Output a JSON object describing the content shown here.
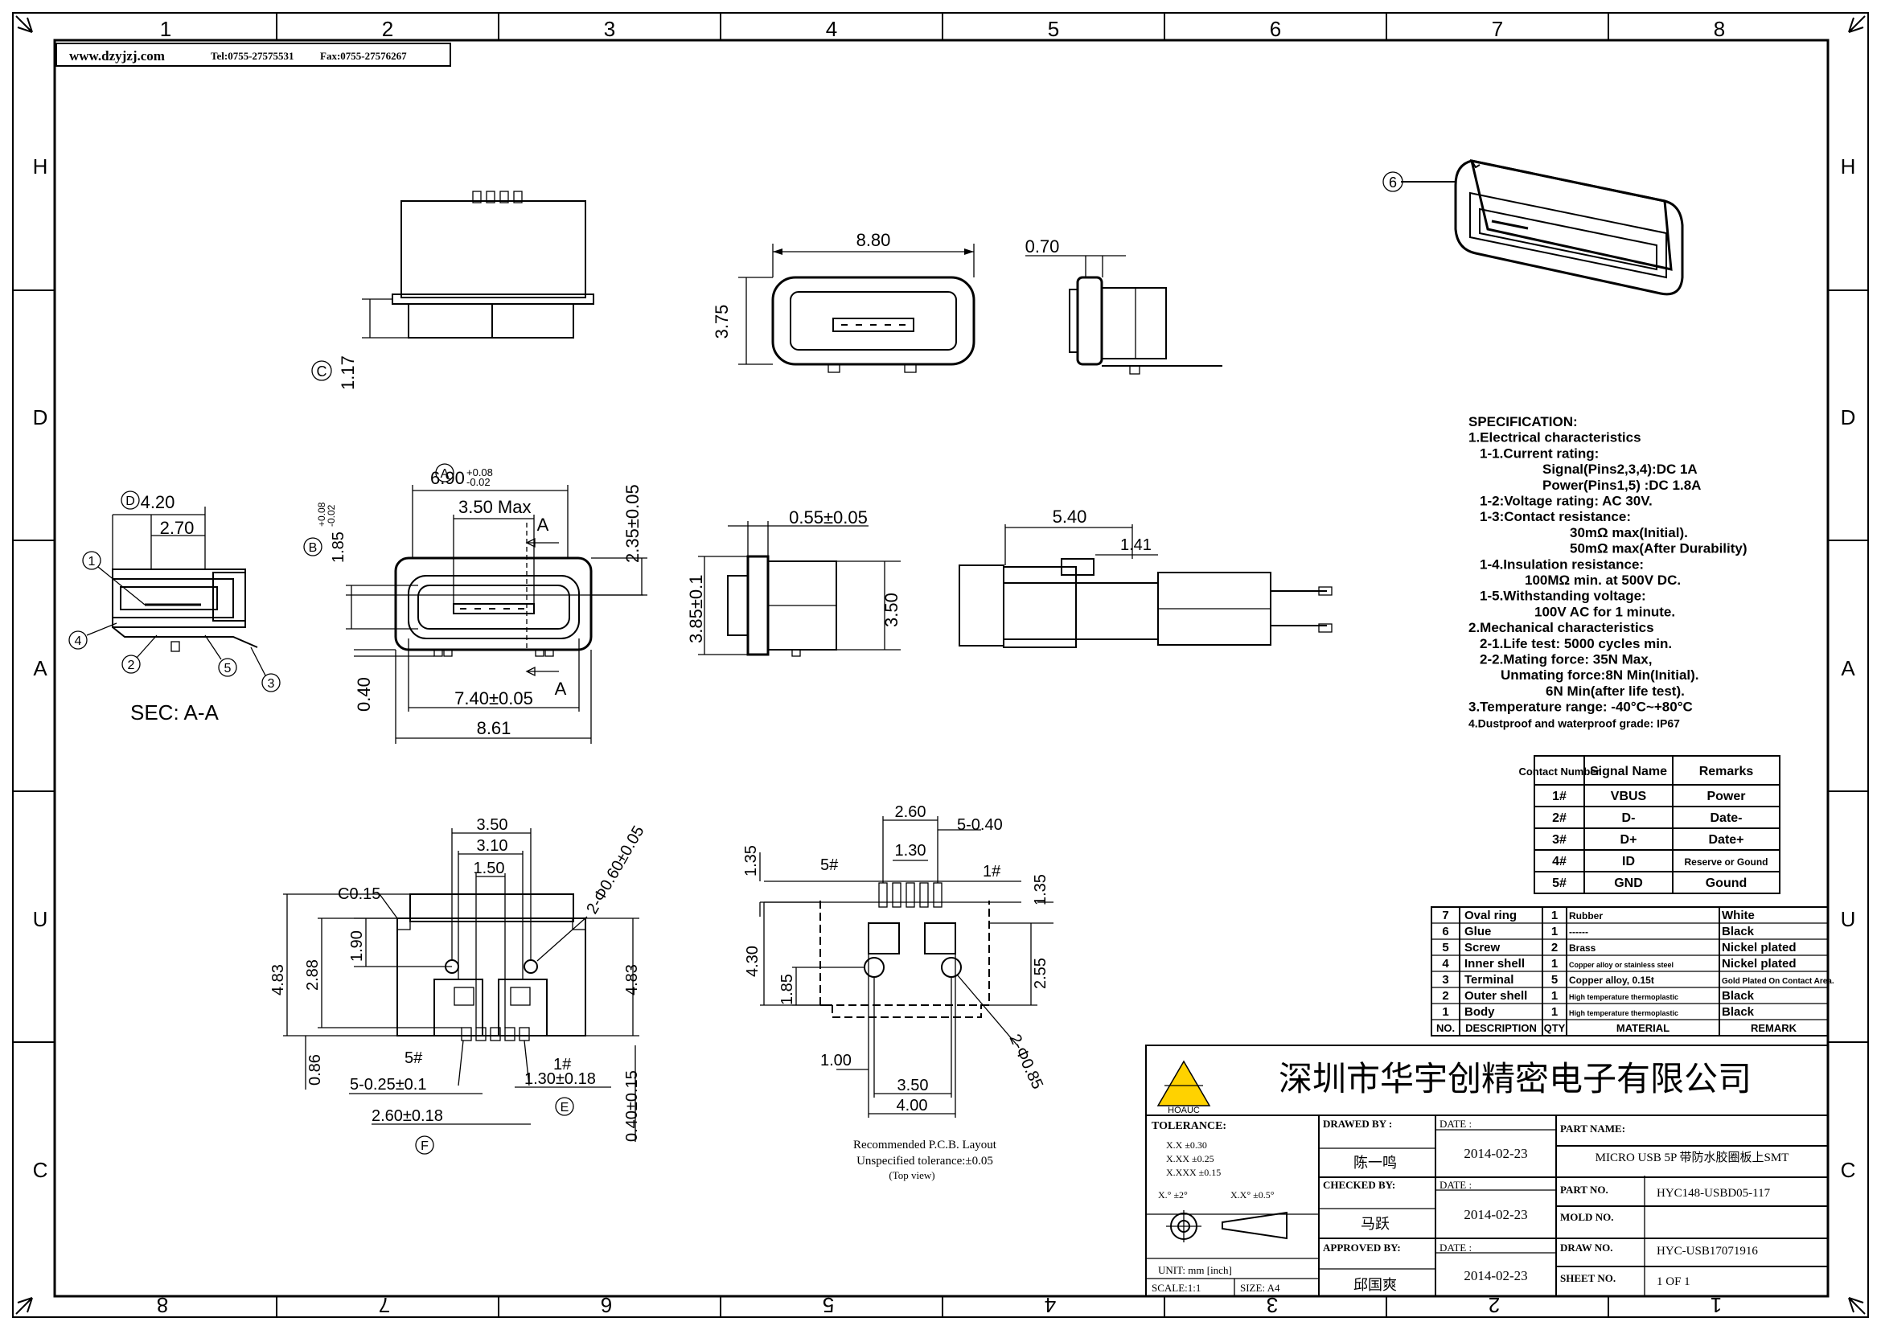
{
  "header": {
    "website": "www.dzyjzj.com",
    "phone": "Tel:0755-27575531",
    "fax": "Fax:0755-27576267"
  },
  "border": {
    "top_numbers": [
      "1",
      "2",
      "3",
      "4",
      "5",
      "6",
      "7",
      "8"
    ],
    "bottom_numbers": [
      "8",
      "7",
      "6",
      "5",
      "4",
      "3",
      "2",
      "1"
    ],
    "left_letters": [
      "H",
      "D",
      "A",
      "U",
      "C"
    ],
    "right_letters": [
      "H",
      "D",
      "A",
      "U",
      "C"
    ]
  },
  "dimensions": {
    "top_view": {
      "d880": "8.80",
      "d375": "3.75",
      "d070": "0.70",
      "d117": "1.17",
      "callout_c": "C"
    },
    "section": {
      "d420": "4.20",
      "d270": "2.70",
      "callout_d": "D",
      "label": "SEC: A-A"
    },
    "front": {
      "d690": "6.90",
      "d690_tol_plus": "+0.08",
      "d690_tol_minus": "-0.02",
      "callout_a": "A",
      "d350max": "3.50 Max",
      "d185": "1.85",
      "d185_tol_plus": "+0.08",
      "d185_tol_minus": "-0.02",
      "callout_b": "B",
      "d235": "2.35±0.05",
      "d040": "0.40",
      "d740": "7.40±0.05",
      "d861": "8.61",
      "sect_a1": "A",
      "sect_a2": "A"
    },
    "side": {
      "d055": "0.55±0.05",
      "d385": "3.85±0.1",
      "d350": "3.50"
    },
    "long_side": {
      "d540": "5.40",
      "d141": "1.41"
    },
    "bottom": {
      "d350": "3.50",
      "d310": "3.10",
      "d150": "1.50",
      "c015": "C0.15",
      "hole": "2-Φ0.60±0.05",
      "d190": "1.90",
      "d288": "2.88",
      "d483l": "4.83",
      "d483r": "4.83",
      "d086": "0.86",
      "pin5": "5#",
      "pin1": "1#",
      "d025": "5-0.25±0.1",
      "d130": "1.30±0.18",
      "callout_e": "E",
      "d260": "2.60±0.18",
      "callout_f": "F",
      "d040": "0.40±0.15"
    },
    "pcb": {
      "d260": "2.60",
      "d540": "5-0.40",
      "d130": "1.30",
      "d135a": "1.35",
      "d135b": "1.35",
      "pin5": "5#",
      "pin1": "1#",
      "d430": "4.30",
      "d185": "1.85",
      "d255": "2.55",
      "d100": "1.00",
      "d350": "3.50",
      "d400": "4.00",
      "hole": "2-Φ0.85",
      "note1": "Recommended P.C.B. Layout",
      "note2": "Unspecified tolerance:±0.05",
      "note3": "(Top view)"
    },
    "iso": {
      "callout_6": "6"
    }
  },
  "specification": {
    "lines": [
      "SPECIFICATION:",
      "1.Electrical characteristics",
      "1-1.Current rating:",
      "Signal(Pins2,3,4):DC 1A",
      "Power(Pins1,5) :DC 1.8A",
      "1-2:Voltage rating: AC 30V.",
      "1-3:Contact resistance:",
      "30mΩ max(Initial).",
      "50mΩ max(After Durability)",
      "1-4.Insulation resistance:",
      "100MΩ min. at 500V DC.",
      "1-5.Withstanding voltage:",
      "100V AC for 1 minute.",
      "2.Mechanical characteristics",
      "2-1.Life test: 5000 cycles min.",
      "2-2.Mating force: 35N Max,",
      "Unmating force:8N Min(Initial).",
      "6N Min(after life test).",
      "3.Temperature range: -40°C~+80°C",
      "4.Dustproof and waterproof grade: IP67"
    ]
  },
  "pin_table": {
    "headers": [
      "Contact Number",
      "Signal Name",
      "Remarks"
    ],
    "rows": [
      [
        "1#",
        "VBUS",
        "Power"
      ],
      [
        "2#",
        "D-",
        "Date-"
      ],
      [
        "3#",
        "D+",
        "Date+"
      ],
      [
        "4#",
        "ID",
        "Reserve or Gound"
      ],
      [
        "5#",
        "GND",
        "Gound"
      ]
    ]
  },
  "bom": {
    "headers": [
      "NO.",
      "DESCRIPTION",
      "QTY",
      "MATERIAL",
      "REMARK"
    ],
    "rows": [
      [
        "7",
        "Oval ring",
        "1",
        "Rubber",
        "White"
      ],
      [
        "6",
        "Glue",
        "1",
        "------",
        "Black"
      ],
      [
        "5",
        "Screw",
        "2",
        "Brass",
        "Nickel plated"
      ],
      [
        "4",
        "Inner shell",
        "1",
        "Copper alloy or stainless steel",
        "Nickel plated"
      ],
      [
        "3",
        "Terminal",
        "5",
        "Copper alloy, 0.15t",
        "Gold Plated On Contact Area."
      ],
      [
        "2",
        "Outer shell",
        "1",
        "High temperature thermoplastic",
        "Black"
      ],
      [
        "1",
        "Body",
        "1",
        "High temperature thermoplastic",
        "Black"
      ]
    ]
  },
  "title_block": {
    "company": "深圳市华宇创精密电子有限公司",
    "logo_text": "HOAUC",
    "tolerance_label": "TOLERANCE:",
    "tolerances": [
      "X.X ±0.30",
      "X.XX ±0.25",
      "X.XXX ±0.15",
      "X.° ±2°",
      "X.X° ±0.5°"
    ],
    "unit": "UNIT: mm [inch]",
    "scale": "SCALE:1:1",
    "size": "SIZE: A4",
    "drawn_by_label": "DRAWED BY :",
    "drawn_by": "陈一鸣",
    "checked_by_label": "CHECKED BY:",
    "checked_by": "马跃",
    "approved_by_label": "APPROVED BY:",
    "approved_by": "邱国爽",
    "date_label": "DATE :",
    "date1": "2014-02-23",
    "date2": "2014-02-23",
    "date3": "2014-02-23",
    "part_name_label": "PART NAME:",
    "part_name": "MICRO USB 5P 带防水胶圈板上SMT",
    "part_no_label": "PART NO.",
    "part_no": "HYC148-USBD05-117",
    "mold_no_label": "MOLD NO.",
    "mold_no": "",
    "draw_no_label": "DRAW NO.",
    "draw_no": "HYC-USB17071916",
    "sheet_no_label": "SHEET NO.",
    "sheet_no": "1 OF 1"
  }
}
